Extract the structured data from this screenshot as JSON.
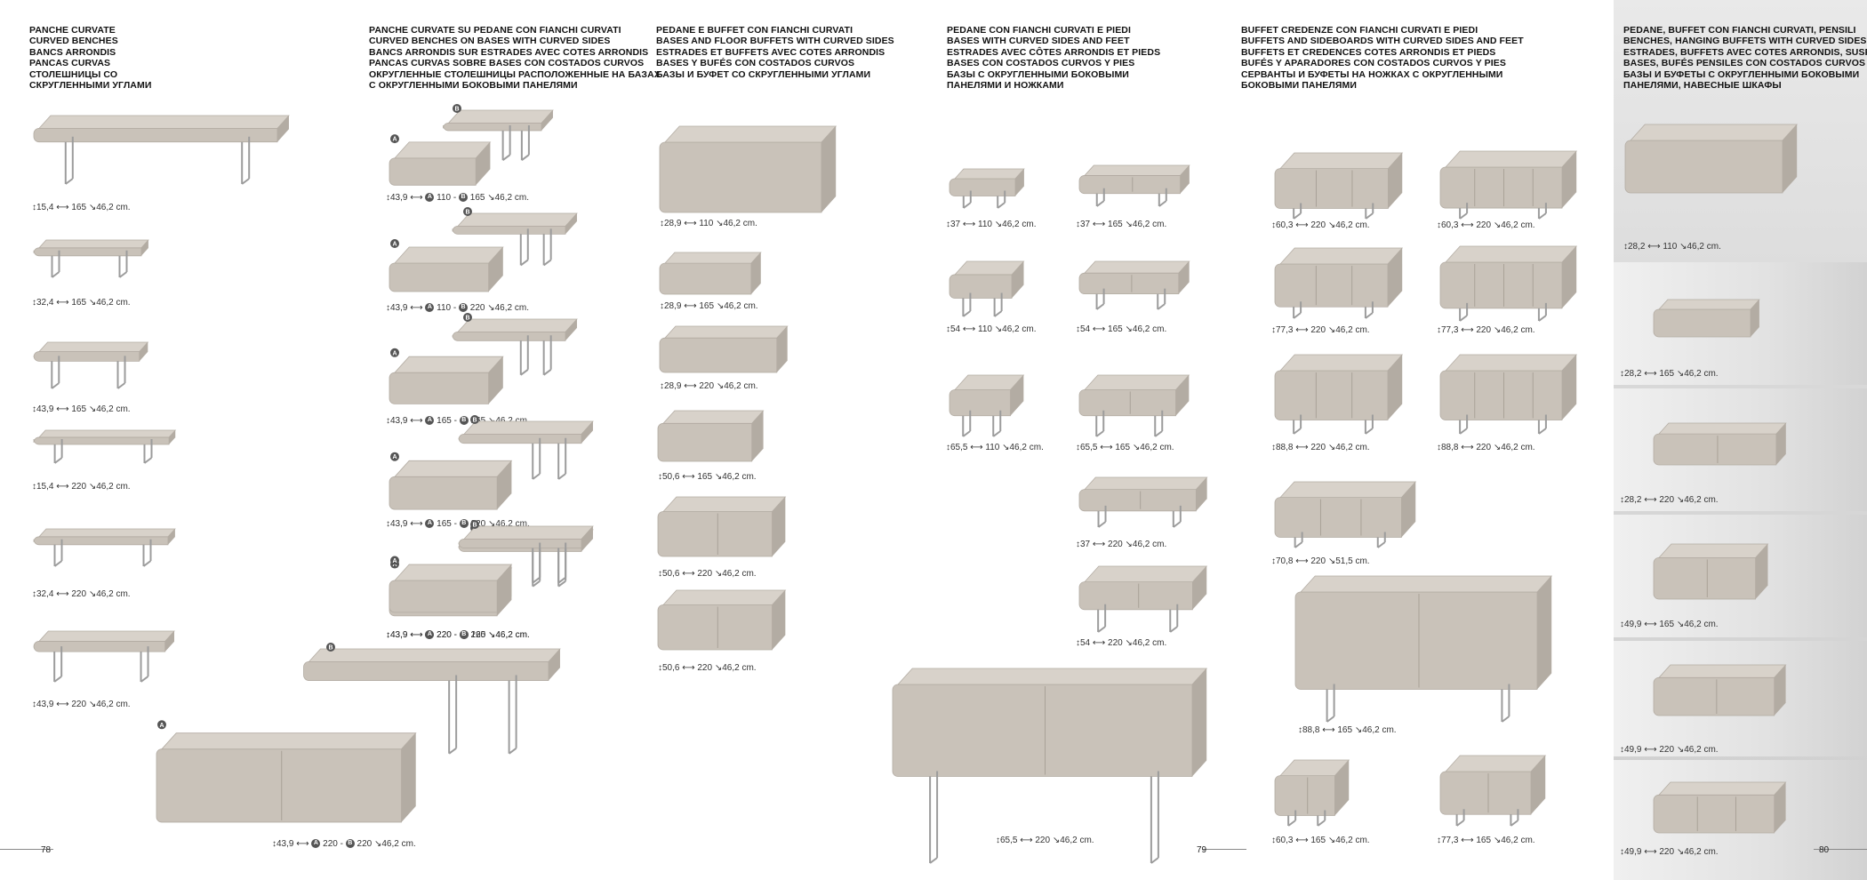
{
  "colors": {
    "surface": "#c9c2b9",
    "surface_top": "#d8d2ca",
    "surface_shade": "#b3aca3",
    "leg": "#9c9c9c"
  },
  "columns": [
    {
      "id": "c1",
      "header": [
        "PANCHE CURVATE",
        "CURVED BENCHES",
        "BANCS ARRONDIS",
        "PANCAS CURVAS",
        "СТОЛЕШНИЦЫ СО",
        "СКРУГЛЕННЫМИ УГЛАМИ"
      ]
    },
    {
      "id": "c2",
      "header": [
        "PANCHE CURVATE SU PEDANE CON FIANCHI CURVATI",
        "CURVED BENCHES ON BASES WITH CURVED SIDES",
        "BANCS ARRONDIS SUR ESTRADES AVEC COTES ARRONDIS",
        "PANCAS CURVAS SOBRE BASES CON COSTADOS CURVOS",
        "ОКРУГЛЕННЫЕ СТОЛЕШНИЦЫ РАСПОЛОЖЕННЫЕ НА БАЗАХ",
        "С ОКРУГЛЕННЫМИ БОКОВЫМИ ПАНЕЛЯМИ"
      ]
    },
    {
      "id": "c3",
      "header": [
        "PEDANE E BUFFET CON FIANCHI CURVATI",
        "BASES AND FLOOR BUFFETS WITH CURVED SIDES",
        "ESTRADES ET BUFFETS AVEC COTES ARRONDIS",
        "BASES Y BUFÉS CON COSTADOS CURVOS",
        "БАЗЫ И БУФЕТ СО СКРУГЛЕННЫМИ УГЛАМИ"
      ]
    },
    {
      "id": "c4",
      "header": [
        "PEDANE CON FIANCHI CURVATI E PIEDI",
        "BASES WITH CURVED SIDES AND FEET",
        "ESTRADES AVEC CÔTES ARRONDIS ET PIEDS",
        "BASES CON COSTADOS CURVOS Y PIES",
        "БАЗЫ С ОКРУГЛЕННЫМИ БОКОВЫМИ",
        "ПАНЕЛЯМИ И НОЖКАМИ"
      ]
    },
    {
      "id": "c5",
      "header": [
        "BUFFET CREDENZE CON FIANCHI CURVATI E PIEDI",
        "BUFFETS AND SIDEBOARDS WITH CURVED SIDES AND FEET",
        "BUFFETS ET CREDENCES COTES ARRONDIS ET PIEDS",
        "BUFÉS Y APARADORES CON COSTADOS CURVOS Y PIES",
        "СЕРВАНТЫ И БУФЕТЫ НА НОЖКАХ С ОКРУГЛЕННЫМИ",
        "БОКОВЫМИ ПАНЕЛЯМИ"
      ]
    },
    {
      "id": "c6",
      "header": [
        "PEDANE, BUFFET CON FIANCHI CURVATI, PENSILI",
        "BENCHES, HANGING BUFFETS WITH CURVED SIDES",
        "ESTRADES, BUFFETS AVEC COTES ARRONDIS, SUSPENDUS",
        "BASES, BUFÉS PENSILES CON COSTADOS CURVOS",
        "БАЗЫ И БУФЕТЫ С ОКРУГЛЕННЫМИ БОКОВЫМИ",
        "ПАНЕЛЯМИ, НАВЕСНЫЕ ШКАФЫ"
      ]
    }
  ],
  "products": [
    {
      "id": "p1",
      "kind": "bench",
      "h": "15,4",
      "w": "165",
      "d": "46,2"
    },
    {
      "id": "p2",
      "kind": "bench",
      "h": "32,4",
      "w": "165",
      "d": "46,2"
    },
    {
      "id": "p3",
      "kind": "bench",
      "h": "43,9",
      "w": "165",
      "d": "46,2"
    },
    {
      "id": "p4",
      "kind": "bench",
      "h": "15,4",
      "w": "220",
      "d": "46,2"
    },
    {
      "id": "p5",
      "kind": "bench",
      "h": "32,4",
      "w": "220",
      "d": "46,2"
    },
    {
      "id": "p6",
      "kind": "bench",
      "h": "43,9",
      "w": "220",
      "d": "46,2"
    },
    {
      "id": "p7",
      "kind": "combo",
      "h": "43,9",
      "a": "110",
      "b": "165",
      "d": "46,2"
    },
    {
      "id": "p8",
      "kind": "combo",
      "h": "43,9",
      "a": "110",
      "b": "220",
      "d": "46,2"
    },
    {
      "id": "p9",
      "kind": "combo",
      "h": "43,9",
      "a": "165",
      "b": "165",
      "d": "46,2"
    },
    {
      "id": "p10",
      "kind": "combo",
      "h": "43,9",
      "a": "165",
      "b": "220",
      "d": "46,2"
    },
    {
      "id": "p11",
      "kind": "combo",
      "h": "43,9",
      "a": "220",
      "b": "165",
      "d": "46,2"
    },
    {
      "id": "p12",
      "kind": "combo",
      "h": "43,9",
      "a": "220",
      "b": "220",
      "d": "46,2"
    },
    {
      "id": "p13",
      "kind": "base",
      "doors": 1,
      "h": "28,9",
      "w": "110",
      "d": "46,2"
    },
    {
      "id": "p14",
      "kind": "base",
      "doors": 1,
      "h": "28,9",
      "w": "165",
      "d": "46,2"
    },
    {
      "id": "p15",
      "kind": "base",
      "doors": 1,
      "h": "28,9",
      "w": "220",
      "d": "46,2"
    },
    {
      "id": "p16",
      "kind": "base",
      "doors": 1,
      "h": "50,6",
      "w": "165",
      "d": "46,2"
    },
    {
      "id": "p17",
      "kind": "base",
      "doors": 2,
      "h": "50,6",
      "w": "220",
      "d": "46,2"
    },
    {
      "id": "p18",
      "kind": "base",
      "doors": 2,
      "h": "50,6",
      "w": "220",
      "d": "46,2"
    },
    {
      "id": "p19",
      "kind": "legs",
      "doors": 1,
      "h": "37",
      "w": "110",
      "d": "46,2"
    },
    {
      "id": "p20",
      "kind": "legs",
      "doors": 1,
      "h": "54",
      "w": "110",
      "d": "46,2"
    },
    {
      "id": "p21",
      "kind": "legs",
      "doors": 1,
      "h": "65,5",
      "w": "110",
      "d": "46,2"
    },
    {
      "id": "p22",
      "kind": "legs",
      "doors": 2,
      "h": "37",
      "w": "165",
      "d": "46,2"
    },
    {
      "id": "p23",
      "kind": "legs",
      "doors": 2,
      "h": "54",
      "w": "165",
      "d": "46,2"
    },
    {
      "id": "p24",
      "kind": "legs",
      "doors": 2,
      "h": "65,5",
      "w": "165",
      "d": "46,2"
    },
    {
      "id": "p25",
      "kind": "legs",
      "doors": 2,
      "h": "37",
      "w": "220",
      "d": "46,2"
    },
    {
      "id": "p26",
      "kind": "legs",
      "doors": 2,
      "h": "54",
      "w": "220",
      "d": "46,2"
    },
    {
      "id": "p27",
      "kind": "legs",
      "doors": 2,
      "h": "65,5",
      "w": "220",
      "d": "46,2"
    },
    {
      "id": "p28",
      "kind": "sideboard",
      "doors": 3,
      "h": "60,3",
      "w": "220",
      "d": "46,2"
    },
    {
      "id": "p29",
      "kind": "sideboard",
      "doors": 4,
      "h": "60,3",
      "w": "220",
      "d": "46,2"
    },
    {
      "id": "p30",
      "kind": "sideboard",
      "doors": 3,
      "h": "77,3",
      "w": "220",
      "d": "46,2"
    },
    {
      "id": "p31",
      "kind": "sideboard",
      "doors": 4,
      "h": "77,3",
      "w": "220",
      "d": "46,2"
    },
    {
      "id": "p32",
      "kind": "sideboard",
      "doors": 3,
      "h": "88,8",
      "w": "220",
      "d": "46,2"
    },
    {
      "id": "p33",
      "kind": "sideboard",
      "doors": 4,
      "h": "88,8",
      "w": "220",
      "d": "46,2"
    },
    {
      "id": "p34",
      "kind": "sideboard",
      "doors": 3,
      "h": "70,8",
      "w": "220",
      "d": "51,5"
    },
    {
      "id": "p35",
      "kind": "sideboard",
      "doors": 2,
      "h": "60,3",
      "w": "165",
      "d": "46,2"
    },
    {
      "id": "p36",
      "kind": "sideboard",
      "doors": 2,
      "h": "77,3",
      "w": "165",
      "d": "46,2"
    },
    {
      "id": "p37",
      "kind": "sideboard",
      "doors": 2,
      "h": "88,8",
      "w": "165",
      "d": "46,2"
    },
    {
      "id": "p38",
      "kind": "hanging",
      "doors": 1,
      "h": "28,2",
      "w": "110",
      "d": "46,2"
    },
    {
      "id": "p39",
      "kind": "hanging",
      "doors": 1,
      "h": "28,2",
      "w": "165",
      "d": "46,2"
    },
    {
      "id": "p40",
      "kind": "hanging",
      "doors": 2,
      "h": "28,2",
      "w": "220",
      "d": "46,2"
    },
    {
      "id": "p41",
      "kind": "hanging",
      "doors": 2,
      "h": "49,9",
      "w": "165",
      "d": "46,2"
    },
    {
      "id": "p42",
      "kind": "hanging",
      "doors": 2,
      "h": "49,9",
      "w": "220",
      "d": "46,2"
    },
    {
      "id": "p43",
      "kind": "hanging",
      "doors": 3,
      "h": "49,9",
      "w": "220",
      "d": "46,2"
    },
    {
      "id": "p44",
      "kind": "combo",
      "h": "43,9",
      "a": "220",
      "b": "220",
      "d": "46,2"
    },
    {
      "id": "p45",
      "kind": "legs",
      "doors": 2,
      "h": "65,5",
      "w": "220",
      "d": "46,2"
    }
  ],
  "page_numbers": {
    "left": "78",
    "center": "79",
    "right": "80"
  },
  "dim_suffix": "cm."
}
